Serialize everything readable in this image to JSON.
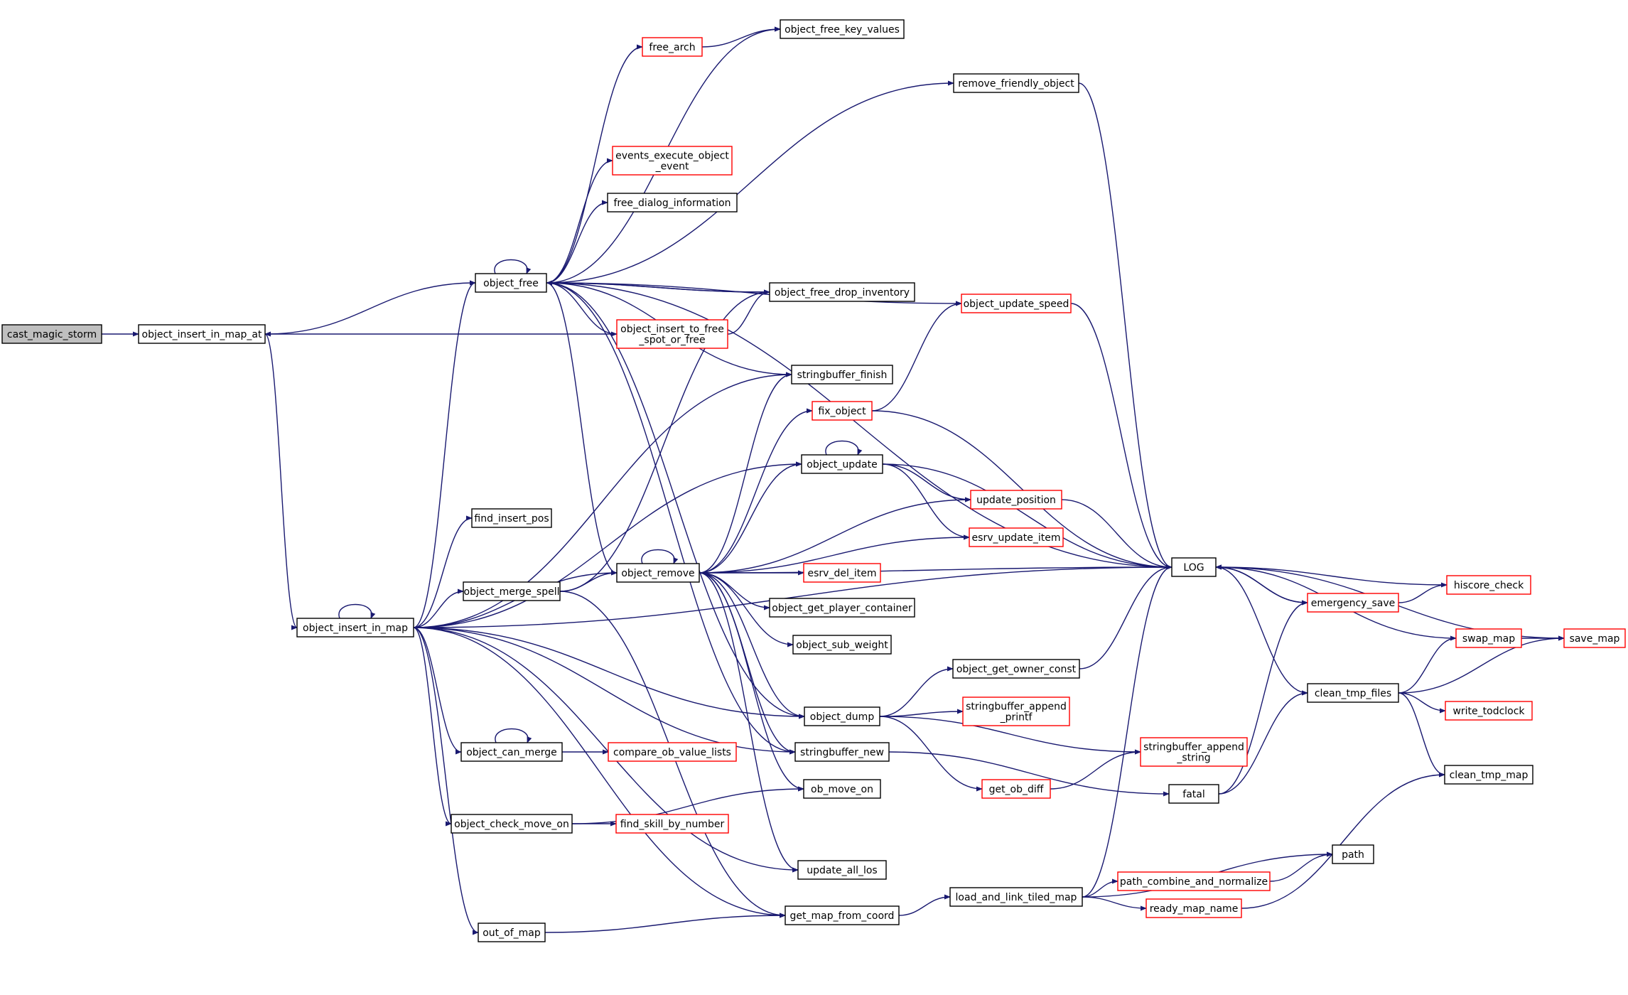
{
  "diagram": {
    "colors": {
      "edge": "#191970",
      "node_border_default": "#000000",
      "node_border_incomplete": "#ff0000",
      "node_fill_default": "#ffffff",
      "node_fill_root": "#bfbfbf"
    },
    "nodes": [
      {
        "id": "cast_magic_storm",
        "lines": [
          "cast_magic_storm"
        ],
        "style": "root"
      },
      {
        "id": "object_insert_in_map_at",
        "lines": [
          "object_insert_in_map_at"
        ],
        "style": "default"
      },
      {
        "id": "object_free",
        "lines": [
          "object_free"
        ],
        "style": "default"
      },
      {
        "id": "object_insert_in_map",
        "lines": [
          "object_insert_in_map"
        ],
        "style": "default"
      },
      {
        "id": "object_free_key_values",
        "lines": [
          "object_free_key_values"
        ],
        "style": "default"
      },
      {
        "id": "free_arch",
        "lines": [
          "free_arch"
        ],
        "style": "incomplete"
      },
      {
        "id": "remove_friendly_object",
        "lines": [
          "remove_friendly_object"
        ],
        "style": "default"
      },
      {
        "id": "events_execute_object_event",
        "lines": [
          "events_execute_object",
          "_event"
        ],
        "style": "incomplete"
      },
      {
        "id": "free_dialog_information",
        "lines": [
          "free_dialog_information"
        ],
        "style": "default"
      },
      {
        "id": "object_free_drop_inventory",
        "lines": [
          "object_free_drop_inventory"
        ],
        "style": "default"
      },
      {
        "id": "object_update_speed",
        "lines": [
          "object_update_speed"
        ],
        "style": "incomplete"
      },
      {
        "id": "object_insert_to_free_spot_or_free",
        "lines": [
          "object_insert_to_free",
          "_spot_or_free"
        ],
        "style": "incomplete"
      },
      {
        "id": "stringbuffer_finish",
        "lines": [
          "stringbuffer_finish"
        ],
        "style": "default"
      },
      {
        "id": "fix_object",
        "lines": [
          "fix_object"
        ],
        "style": "incomplete"
      },
      {
        "id": "object_update",
        "lines": [
          "object_update"
        ],
        "style": "default"
      },
      {
        "id": "update_position",
        "lines": [
          "update_position"
        ],
        "style": "incomplete"
      },
      {
        "id": "esrv_update_item",
        "lines": [
          "esrv_update_item"
        ],
        "style": "incomplete"
      },
      {
        "id": "find_insert_pos",
        "lines": [
          "find_insert_pos"
        ],
        "style": "default"
      },
      {
        "id": "object_remove",
        "lines": [
          "object_remove"
        ],
        "style": "default"
      },
      {
        "id": "esrv_del_item",
        "lines": [
          "esrv_del_item"
        ],
        "style": "incomplete"
      },
      {
        "id": "object_merge_spell",
        "lines": [
          "object_merge_spell"
        ],
        "style": "default"
      },
      {
        "id": "object_get_player_container",
        "lines": [
          "object_get_player_container"
        ],
        "style": "default"
      },
      {
        "id": "object_sub_weight",
        "lines": [
          "object_sub_weight"
        ],
        "style": "default"
      },
      {
        "id": "object_get_owner_const",
        "lines": [
          "object_get_owner_const"
        ],
        "style": "default"
      },
      {
        "id": "object_dump",
        "lines": [
          "object_dump"
        ],
        "style": "default"
      },
      {
        "id": "stringbuffer_append_printf",
        "lines": [
          "stringbuffer_append",
          "_printf"
        ],
        "style": "incomplete"
      },
      {
        "id": "object_can_merge",
        "lines": [
          "object_can_merge"
        ],
        "style": "default"
      },
      {
        "id": "compare_ob_value_lists",
        "lines": [
          "compare_ob_value_lists"
        ],
        "style": "incomplete"
      },
      {
        "id": "stringbuffer_new",
        "lines": [
          "stringbuffer_new"
        ],
        "style": "default"
      },
      {
        "id": "stringbuffer_append_string",
        "lines": [
          "stringbuffer_append",
          "_string"
        ],
        "style": "incomplete"
      },
      {
        "id": "get_ob_diff",
        "lines": [
          "get_ob_diff"
        ],
        "style": "incomplete"
      },
      {
        "id": "ob_move_on",
        "lines": [
          "ob_move_on"
        ],
        "style": "default"
      },
      {
        "id": "fatal",
        "lines": [
          "fatal"
        ],
        "style": "default"
      },
      {
        "id": "object_check_move_on",
        "lines": [
          "object_check_move_on"
        ],
        "style": "default"
      },
      {
        "id": "find_skill_by_number",
        "lines": [
          "find_skill_by_number"
        ],
        "style": "incomplete"
      },
      {
        "id": "update_all_los",
        "lines": [
          "update_all_los"
        ],
        "style": "default"
      },
      {
        "id": "get_map_from_coord",
        "lines": [
          "get_map_from_coord"
        ],
        "style": "default"
      },
      {
        "id": "load_and_link_tiled_map",
        "lines": [
          "load_and_link_tiled_map"
        ],
        "style": "default"
      },
      {
        "id": "path_combine_and_normalize",
        "lines": [
          "path_combine_and_normalize"
        ],
        "style": "incomplete"
      },
      {
        "id": "path",
        "lines": [
          "path"
        ],
        "style": "default"
      },
      {
        "id": "ready_map_name",
        "lines": [
          "ready_map_name"
        ],
        "style": "incomplete"
      },
      {
        "id": "out_of_map",
        "lines": [
          "out_of_map"
        ],
        "style": "default"
      },
      {
        "id": "LOG",
        "lines": [
          "LOG"
        ],
        "style": "default"
      },
      {
        "id": "emergency_save",
        "lines": [
          "emergency_save"
        ],
        "style": "incomplete"
      },
      {
        "id": "hiscore_check",
        "lines": [
          "hiscore_check"
        ],
        "style": "incomplete"
      },
      {
        "id": "swap_map",
        "lines": [
          "swap_map"
        ],
        "style": "incomplete"
      },
      {
        "id": "save_map",
        "lines": [
          "save_map"
        ],
        "style": "incomplete"
      },
      {
        "id": "clean_tmp_files",
        "lines": [
          "clean_tmp_files"
        ],
        "style": "default"
      },
      {
        "id": "write_todclock",
        "lines": [
          "write_todclock"
        ],
        "style": "incomplete"
      },
      {
        "id": "clean_tmp_map",
        "lines": [
          "clean_tmp_map"
        ],
        "style": "default"
      }
    ],
    "edges": [
      [
        "cast_magic_storm",
        "object_insert_in_map_at"
      ],
      [
        "object_insert_in_map_at",
        "object_free"
      ],
      [
        "object_insert_in_map_at",
        "object_insert_in_map"
      ],
      [
        "object_free",
        "object_free"
      ],
      [
        "object_free",
        "object_free_key_values"
      ],
      [
        "object_free",
        "free_arch"
      ],
      [
        "free_arch",
        "object_free_key_values"
      ],
      [
        "object_free",
        "remove_friendly_object"
      ],
      [
        "object_free",
        "LOG"
      ],
      [
        "object_free",
        "events_execute_object_event"
      ],
      [
        "object_free",
        "free_dialog_information"
      ],
      [
        "object_free",
        "object_free_drop_inventory"
      ],
      [
        "object_free",
        "object_update_speed"
      ],
      [
        "object_free",
        "object_insert_to_free_spot_or_free"
      ],
      [
        "object_free",
        "stringbuffer_finish"
      ],
      [
        "object_free",
        "object_remove"
      ],
      [
        "object_free",
        "object_dump"
      ],
      [
        "object_free",
        "stringbuffer_new"
      ],
      [
        "object_free_drop_inventory",
        "object_free"
      ],
      [
        "object_insert_to_free_spot_or_free",
        "object_insert_in_map_at"
      ],
      [
        "object_insert_to_free_spot_or_free",
        "object_free_drop_inventory"
      ],
      [
        "remove_friendly_object",
        "LOG"
      ],
      [
        "object_update_speed",
        "LOG"
      ],
      [
        "fix_object",
        "object_update_speed"
      ],
      [
        "fix_object",
        "LOG"
      ],
      [
        "object_update",
        "object_update"
      ],
      [
        "object_update",
        "update_position"
      ],
      [
        "object_update",
        "esrv_update_item"
      ],
      [
        "object_update",
        "LOG"
      ],
      [
        "update_position",
        "LOG"
      ],
      [
        "object_remove",
        "object_remove"
      ],
      [
        "object_remove",
        "fix_object"
      ],
      [
        "object_remove",
        "stringbuffer_finish"
      ],
      [
        "object_remove",
        "object_update"
      ],
      [
        "object_remove",
        "update_position"
      ],
      [
        "object_remove",
        "esrv_update_item"
      ],
      [
        "object_remove",
        "esrv_del_item"
      ],
      [
        "object_remove",
        "object_get_player_container"
      ],
      [
        "object_remove",
        "object_sub_weight"
      ],
      [
        "object_remove",
        "LOG"
      ],
      [
        "object_remove",
        "object_dump"
      ],
      [
        "object_remove",
        "stringbuffer_new"
      ],
      [
        "object_remove",
        "ob_move_on"
      ],
      [
        "object_remove",
        "update_all_los"
      ],
      [
        "object_insert_in_map",
        "object_insert_in_map"
      ],
      [
        "object_insert_in_map",
        "object_free"
      ],
      [
        "object_insert_in_map",
        "LOG"
      ],
      [
        "object_insert_in_map",
        "stringbuffer_finish"
      ],
      [
        "object_insert_in_map",
        "object_update"
      ],
      [
        "object_insert_in_map",
        "find_insert_pos"
      ],
      [
        "object_insert_in_map",
        "object_merge_spell"
      ],
      [
        "object_insert_in_map",
        "object_remove"
      ],
      [
        "object_insert_in_map",
        "object_dump"
      ],
      [
        "object_insert_in_map",
        "object_can_merge"
      ],
      [
        "object_insert_in_map",
        "stringbuffer_new"
      ],
      [
        "object_insert_in_map",
        "object_check_move_on"
      ],
      [
        "object_insert_in_map",
        "update_all_los"
      ],
      [
        "object_insert_in_map",
        "out_of_map"
      ],
      [
        "object_insert_in_map",
        "get_map_from_coord"
      ],
      [
        "object_merge_spell",
        "object_free_drop_inventory"
      ],
      [
        "object_merge_spell",
        "object_remove"
      ],
      [
        "object_merge_spell",
        "get_map_from_coord"
      ],
      [
        "object_can_merge",
        "object_can_merge"
      ],
      [
        "object_can_merge",
        "compare_ob_value_lists"
      ],
      [
        "object_check_move_on",
        "find_skill_by_number"
      ],
      [
        "object_check_move_on",
        "ob_move_on"
      ],
      [
        "object_dump",
        "object_get_owner_const"
      ],
      [
        "object_dump",
        "stringbuffer_append_printf"
      ],
      [
        "object_dump",
        "stringbuffer_append_string"
      ],
      [
        "object_dump",
        "get_ob_diff"
      ],
      [
        "object_get_owner_const",
        "LOG"
      ],
      [
        "get_ob_diff",
        "stringbuffer_append_string"
      ],
      [
        "stringbuffer_new",
        "fatal"
      ],
      [
        "fatal",
        "emergency_save"
      ],
      [
        "fatal",
        "clean_tmp_files"
      ],
      [
        "out_of_map",
        "get_map_from_coord"
      ],
      [
        "get_map_from_coord",
        "load_and_link_tiled_map"
      ],
      [
        "load_and_link_tiled_map",
        "LOG"
      ],
      [
        "load_and_link_tiled_map",
        "path"
      ],
      [
        "load_and_link_tiled_map",
        "path_combine_and_normalize"
      ],
      [
        "load_and_link_tiled_map",
        "ready_map_name"
      ],
      [
        "path_combine_and_normalize",
        "path"
      ],
      [
        "ready_map_name",
        "clean_tmp_map"
      ],
      [
        "LOG",
        "emergency_save"
      ],
      [
        "LOG",
        "clean_tmp_files"
      ],
      [
        "emergency_save",
        "LOG"
      ],
      [
        "emergency_save",
        "hiscore_check"
      ],
      [
        "hiscore_check",
        "LOG"
      ],
      [
        "swap_map",
        "LOG"
      ],
      [
        "swap_map",
        "save_map"
      ],
      [
        "save_map",
        "LOG"
      ],
      [
        "clean_tmp_files",
        "swap_map"
      ],
      [
        "clean_tmp_files",
        "save_map"
      ],
      [
        "clean_tmp_files",
        "write_todclock"
      ],
      [
        "clean_tmp_files",
        "clean_tmp_map"
      ]
    ]
  }
}
